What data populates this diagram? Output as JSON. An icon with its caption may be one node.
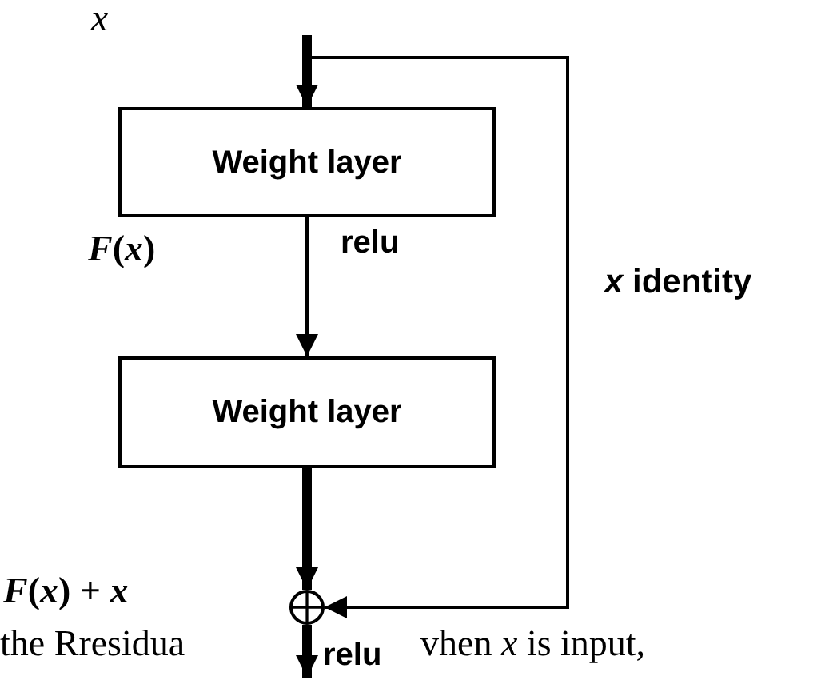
{
  "diagram": {
    "nodes": [
      {
        "text": [
          "Weight layer"
        ]
      },
      {
        "text": [
          "Weight layer"
        ]
      },
      {
        "text": [],
        "shape": "circle"
      }
    ],
    "edges": [
      {
        "from": null,
        "to": 0,
        "arrow": "to"
      },
      {
        "from": 0,
        "to": 1,
        "arrow": "to",
        "label": "relu"
      },
      {
        "from": 1,
        "to": 2,
        "arrow": "to"
      },
      {
        "from": null,
        "to": 2,
        "arrow": "to",
        "label": "*x* identity"
      },
      {
        "from": 2,
        "to": null,
        "arrow": "to",
        "label": "relu"
      }
    ],
    "labels": [
      "x",
      "*F*(*x*)",
      "*F*(*x*) + *x*",
      "the Rresidua",
      "vhen *x* is input,"
    ]
  }
}
